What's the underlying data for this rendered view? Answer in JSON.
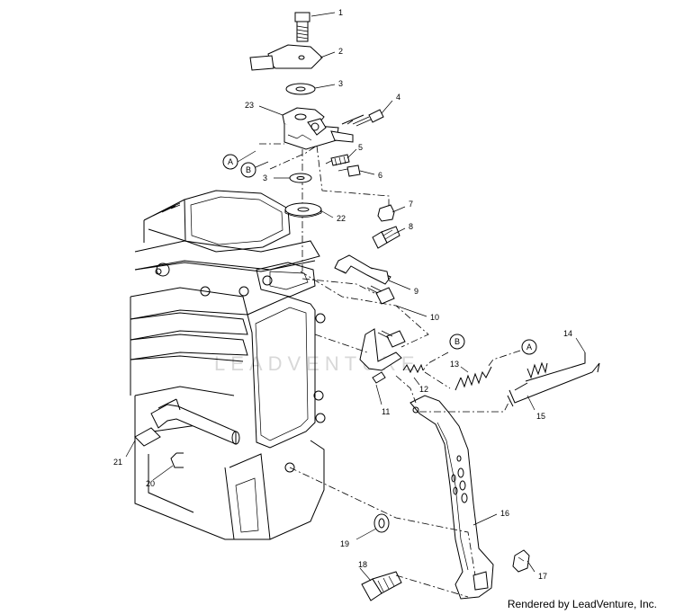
{
  "diagram": {
    "watermark": "LEADVENTURE",
    "credit": "Rendered by LeadVenture, Inc.",
    "callouts": [
      {
        "id": "c1",
        "label": "1"
      },
      {
        "id": "c2",
        "label": "2"
      },
      {
        "id": "c3a",
        "label": "3"
      },
      {
        "id": "c4",
        "label": "4"
      },
      {
        "id": "c23",
        "label": "23"
      },
      {
        "id": "c5",
        "label": "5"
      },
      {
        "id": "c6",
        "label": "6"
      },
      {
        "id": "c3b",
        "label": "3"
      },
      {
        "id": "c7",
        "label": "7"
      },
      {
        "id": "c22",
        "label": "22"
      },
      {
        "id": "c8",
        "label": "8"
      },
      {
        "id": "c9",
        "label": "9"
      },
      {
        "id": "c10",
        "label": "10"
      },
      {
        "id": "c14",
        "label": "14"
      },
      {
        "id": "c13",
        "label": "13"
      },
      {
        "id": "c12",
        "label": "12"
      },
      {
        "id": "c11",
        "label": "11"
      },
      {
        "id": "c15",
        "label": "15"
      },
      {
        "id": "c21",
        "label": "21"
      },
      {
        "id": "c20",
        "label": "20"
      },
      {
        "id": "c16",
        "label": "16"
      },
      {
        "id": "c19",
        "label": "19"
      },
      {
        "id": "c18",
        "label": "18"
      },
      {
        "id": "c17",
        "label": "17"
      }
    ],
    "refs": [
      {
        "id": "rA1",
        "label": "A"
      },
      {
        "id": "rB1",
        "label": "B"
      },
      {
        "id": "rB2",
        "label": "B"
      },
      {
        "id": "rA2",
        "label": "A"
      }
    ]
  }
}
